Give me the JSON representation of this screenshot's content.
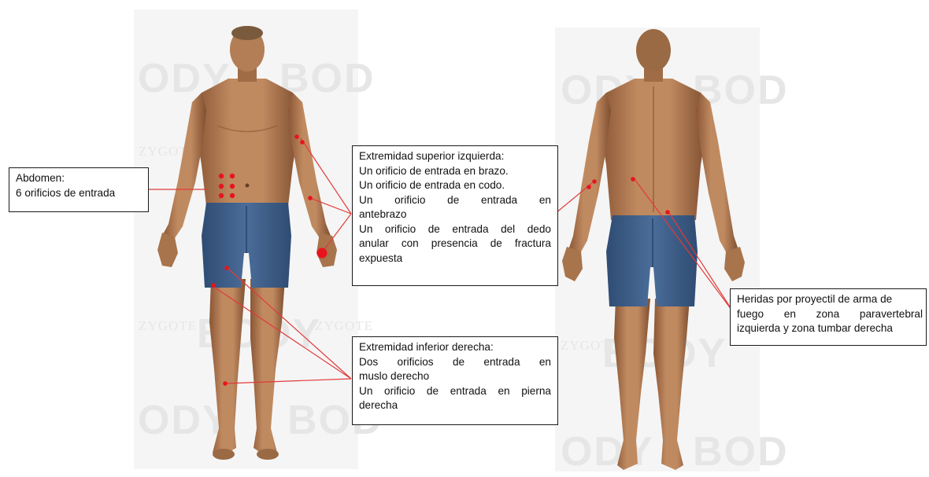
{
  "watermarks": {
    "brand_big": "BODY",
    "left_fragment": "ODY",
    "right_fragment": "BOD",
    "zygote": "ZYGOTE"
  },
  "callouts": {
    "abdomen": {
      "title": "Abdomen:",
      "lines": [
        "6 orificios de entrada"
      ]
    },
    "upper_limb": {
      "title": "Extremidad superior izquierda:",
      "lines": [
        "Un orificio de entrada en brazo.",
        "Un orificio de entrada en codo.",
        "Un orificio de entrada en",
        "antebrazo",
        "Un orificio de entrada del dedo",
        "anular con presencia de fractura",
        "expuesta"
      ]
    },
    "lower_limb": {
      "title": "Extremidad inferior derecha:",
      "lines": [
        "Dos orificios de entrada en",
        "muslo derecho",
        "Un orificio de entrada en pierna",
        "derecha"
      ]
    },
    "back": {
      "lines": [
        "Heridas por proyectil de arma de",
        "fuego en zona paravertebral",
        "izquierda y zona tumbar derecha"
      ]
    }
  },
  "colors": {
    "skin": "#b07a52",
    "skin_dark": "#8c5a38",
    "shorts": "#3f5f8a",
    "wound": "#e8141c",
    "leader": "#e23a3a"
  }
}
